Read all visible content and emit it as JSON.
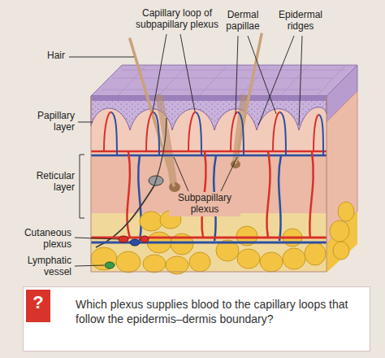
{
  "diagram": {
    "nodes": [
      {
        "text": [
          "Which plexus supplies blood to the capillary loops that follow the epidermis–dermis boundary?"
        ]
      },
      {
        "text": [
          "?"
        ],
        "in": 0
      }
    ],
    "labels": [
      "Capillary loop of subpapillary plexus",
      "Dermal papillae",
      "Epidermal ridges",
      "Hair",
      "Papillary layer",
      "Reticular layer",
      "Subpapillary plexus",
      "Cutaneous plexus",
      "Lymphatic vessel"
    ]
  }
}
